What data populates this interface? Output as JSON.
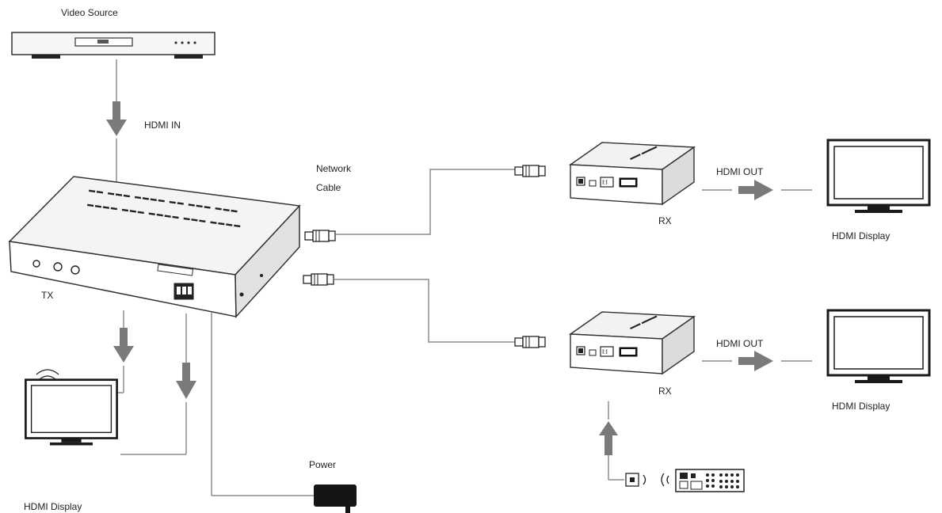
{
  "labels": {
    "video_source": "Video Source",
    "hdmi_in": "HDMI IN",
    "network": "Network",
    "cable": "Cable",
    "tx": "TX",
    "rx_top": "RX",
    "rx_bottom": "RX",
    "hdmi_out_top": "HDMI OUT",
    "hdmi_out_bottom": "HDMI OUT",
    "display_top": "HDMI Display",
    "display_bottom": "HDMI Display",
    "display_local": "HDMI Display",
    "power": "Power"
  },
  "colors": {
    "line": "#8c8c8c",
    "arrow": "#7a7a7a",
    "device_outline": "#333333",
    "device_fill": "#f4f4f4",
    "dark": "#111111"
  }
}
